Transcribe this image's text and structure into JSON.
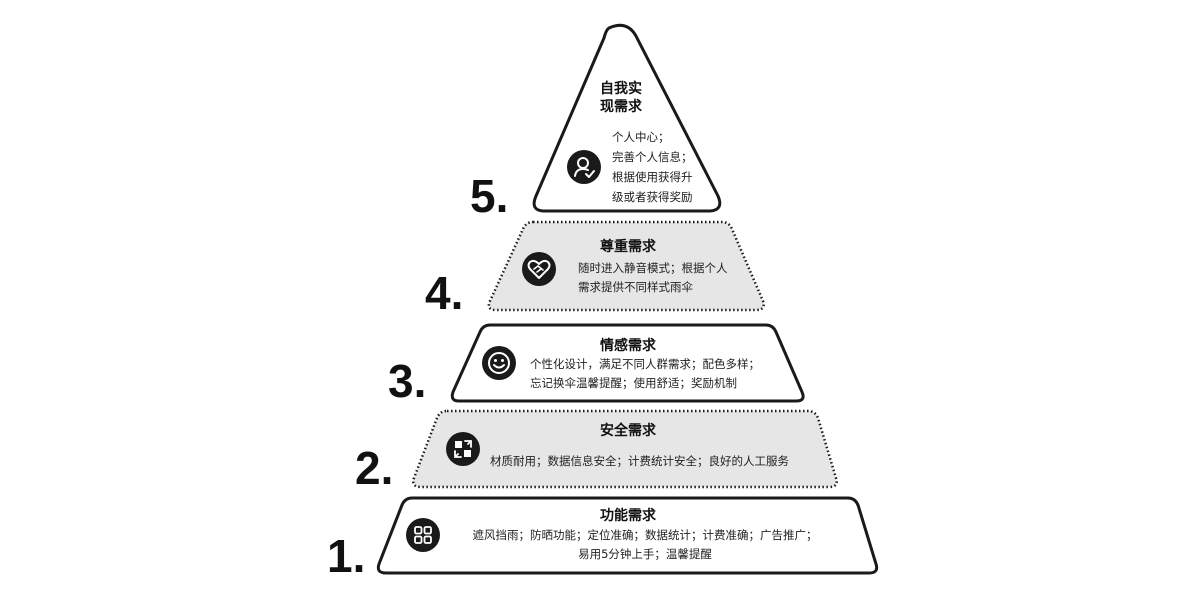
{
  "colors": {
    "outline": "#1a1a1a",
    "solid_fill": "#ffffff",
    "shaded_fill": "#e6e6e6",
    "icon_fill": "#1a1a1a"
  },
  "layers": [
    {
      "number": "1.",
      "title": "功能需求",
      "lines": [
        "遮风挡雨；防晒功能；定位准确；数据统计；计费准确；广告推广；",
        "易用5分钟上手；温馨提醒"
      ],
      "icon": "apps-grid-icon",
      "style": "solid"
    },
    {
      "number": "2.",
      "title": "安全需求",
      "lines": [
        "材质耐用；数据信息安全；计费统计安全；良好的人工服务"
      ],
      "icon": "shield-swap-icon",
      "style": "dotted"
    },
    {
      "number": "3.",
      "title": "情感需求",
      "lines": [
        "个性化设计，满足不同人群需求；配色多样；",
        "忘记换伞温馨提醒；使用舒适；奖励机制"
      ],
      "icon": "smiley-icon",
      "style": "solid"
    },
    {
      "number": "4.",
      "title": "尊重需求",
      "lines": [
        "随时进入静音模式；根据个人",
        "需求提供不同样式雨伞"
      ],
      "icon": "heart-handshake-icon",
      "style": "dotted"
    },
    {
      "number": "5.",
      "title_lines": [
        "自我实",
        "现需求"
      ],
      "lines": [
        "个人中心；",
        "完善个人信息；",
        "根据使用获得升",
        "级或者获得奖励"
      ],
      "icon": "user-check-icon",
      "style": "solid"
    }
  ]
}
